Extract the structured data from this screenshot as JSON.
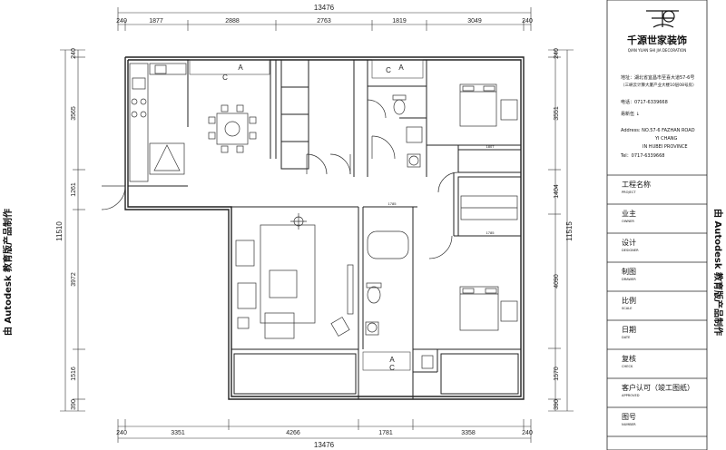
{
  "drawing": {
    "overall_width_top": "13476",
    "overall_width_bottom": "13476",
    "top_dims": [
      "240",
      "1877",
      "2888",
      "2763",
      "1819",
      "3049",
      "240"
    ],
    "bottom_dims": [
      "240",
      "3351",
      "4266",
      "1781",
      "3358",
      "240"
    ],
    "left_total": "11510",
    "right_total": "11515",
    "left_dims": [
      "240",
      "3565",
      "1261",
      "3972",
      "1516",
      "390"
    ],
    "right_dims": [
      "240",
      "3551",
      "1404",
      "4090",
      "1570",
      "390"
    ],
    "ac_marks": [
      {
        "a": "A",
        "c": "C"
      },
      {
        "a": "A",
        "c": "C"
      },
      {
        "a": "A",
        "c": "C"
      }
    ],
    "small_dims": [
      "1785",
      "1807",
      "1785"
    ],
    "watermark_left": "由 Autodesk 教育版产品制作",
    "watermark_right": "由 Autodesk 教育版产品制作"
  },
  "title_block": {
    "company_cn": "千源世家装饰",
    "company_en": "QIAN YUAN SHI JIA DECORATION",
    "address_cn_1": "地址：湖北省宜昌市至喜大道57-6号",
    "address_cn_2": "（三峡云计算大厦产业大楼10层08号房）",
    "phone_cn": "电话：0717-6339668",
    "manager": "易新伍  ↓",
    "address_en_1": "Address: NO.57-6   FAZHAN  ROAD",
    "address_en_2": "YI  CHANG",
    "address_en_3": "IN HUBEI PROVINCE",
    "phone_en": "Tel：0717-6339668",
    "rows": [
      {
        "cn": "工程名称",
        "en": "PROJECT"
      },
      {
        "cn": "业主",
        "en": "OWNER"
      },
      {
        "cn": "设计",
        "en": "DESIGNER"
      },
      {
        "cn": "制图",
        "en": "DRAWER"
      },
      {
        "cn": "比例",
        "en": "SCALE"
      },
      {
        "cn": "日期",
        "en": "DATE"
      },
      {
        "cn": "复核",
        "en": "CHECK"
      },
      {
        "cn": "客户认可（竣工图纸）",
        "en": "APPROVED"
      },
      {
        "cn": "图号",
        "en": "NUMBER"
      }
    ]
  }
}
